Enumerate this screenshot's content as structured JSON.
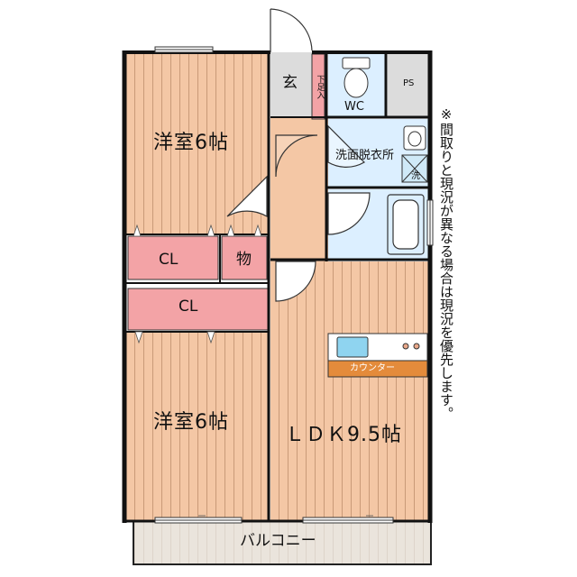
{
  "colors": {
    "wood": "#f4c7a5",
    "wood_line": "#c99a78",
    "entry": "#dcdcdc",
    "closet": "#f3a3a6",
    "water": "#dcefff",
    "counter": "#e48b3b",
    "wall": "#111111"
  },
  "rooms": {
    "western_top": "洋室6帖",
    "western_bottom": "洋室6帖",
    "ldk": "ＬＤＫ9.5帖",
    "entrance": "玄",
    "shoe_box": "下足入",
    "wc": "WC",
    "ps": "PS",
    "washroom": "洗面脱衣所",
    "closet_top": "CL",
    "storage": "物",
    "closet_mid": "CL",
    "counter": "カウンター",
    "balcony": "バルコニー",
    "washer": "洗"
  },
  "note": "※間取りと現況が異なる場合は現況を優先します。"
}
